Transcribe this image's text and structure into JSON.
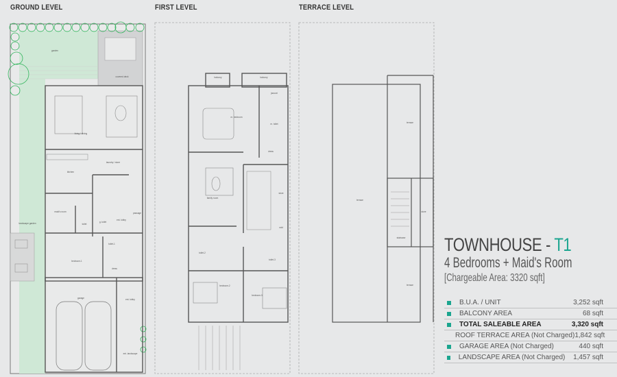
{
  "levels": {
    "ground": "GROUND LEVEL",
    "first": "FIRST LEVEL",
    "terrace": "TERRACE LEVEL"
  },
  "rooms": {
    "garden": "garden",
    "covered_deck": "covered deck",
    "living_dining": "living / dining",
    "kitchen": "kitchen",
    "laundry": "laundry / store",
    "maids_room": "maid's room",
    "toilet": "toilet",
    "guest_toilet": "g. toilet",
    "passage": "passage",
    "ent_lobby": "ent. lobby",
    "bedroom1": "bedroom-1",
    "toilet1": "toilet-1",
    "dress": "dress",
    "landscape_garden": "landscape garden",
    "garage": "garage",
    "ent_landscape": "ent. landscape",
    "balcony1": "balcony",
    "balcony2": "balcony",
    "m_bedroom": "m. bedroom",
    "jacuzzi": "jacuzzi",
    "m_toilet": "m. toilet",
    "m_dress": "dress",
    "family_room": "family room",
    "store": "store",
    "void": "void",
    "toilet2": "toilet-2",
    "toilet3": "toilet-3",
    "bedroom2": "bedroom-2",
    "bedroom3": "bedroom-3",
    "terrace_a": "terrace",
    "terrace_b": "terrace",
    "terrace_c": "terrace",
    "terrace_store": "store",
    "staircase": "staircase"
  },
  "panel": {
    "title_main": "TOWNHOUSE - ",
    "title_accent": "T1",
    "subtitle": "4 Bedrooms + Maid's Room",
    "chargeable": "[Chargeable Area: 3320 sqft]",
    "accent_color": "#1aa58f",
    "areas": [
      {
        "label": "B.U.A. / UNIT",
        "value": "3,252 sqft"
      },
      {
        "label": "BALCONY AREA",
        "value": "68 sqft"
      },
      {
        "label": "TOTAL SALEABLE AREA",
        "value": "3,320 sqft",
        "bold": true
      },
      {
        "label": "ROOF TERRACE AREA (Not Charged)",
        "value": "1,842 sqft"
      },
      {
        "label": "GARAGE AREA (Not Charged)",
        "value": "440 sqft"
      },
      {
        "label": "LANDSCAPE AREA (Not Charged)",
        "value": "1,457 sqft"
      }
    ]
  }
}
